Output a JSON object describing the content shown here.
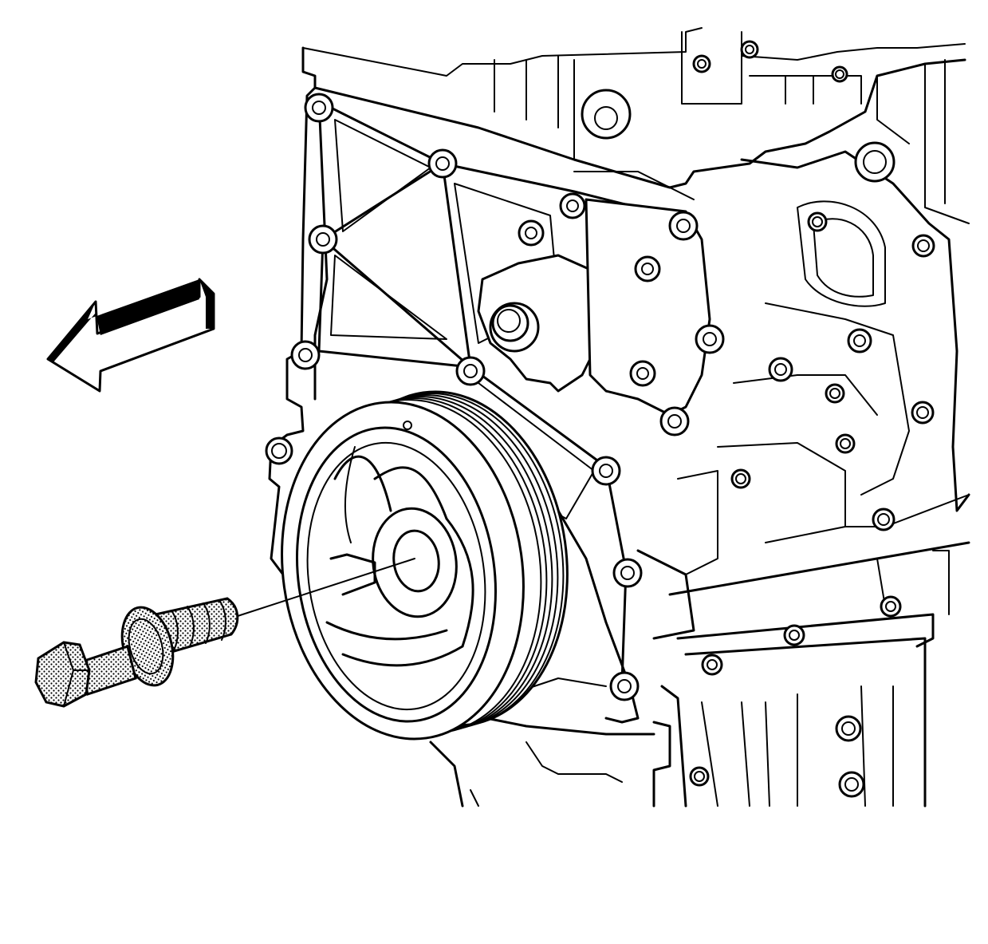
{
  "diagram": {
    "subject": "engine-front-crankshaft-balancer-installation",
    "components": [
      {
        "id": "engine-block",
        "icon": "engine-block-icon"
      },
      {
        "id": "crankshaft-balancer",
        "icon": "pulley-icon"
      },
      {
        "id": "water-pump-hub",
        "icon": "hub-icon"
      },
      {
        "id": "balancer-bolt-and-washer",
        "icon": "bolt-icon"
      },
      {
        "id": "direction-arrow",
        "icon": "arrow-icon",
        "direction": "front-left"
      }
    ],
    "colors": {
      "line": "#000000",
      "background": "#ffffff",
      "bolt_shading": "#000000"
    }
  }
}
